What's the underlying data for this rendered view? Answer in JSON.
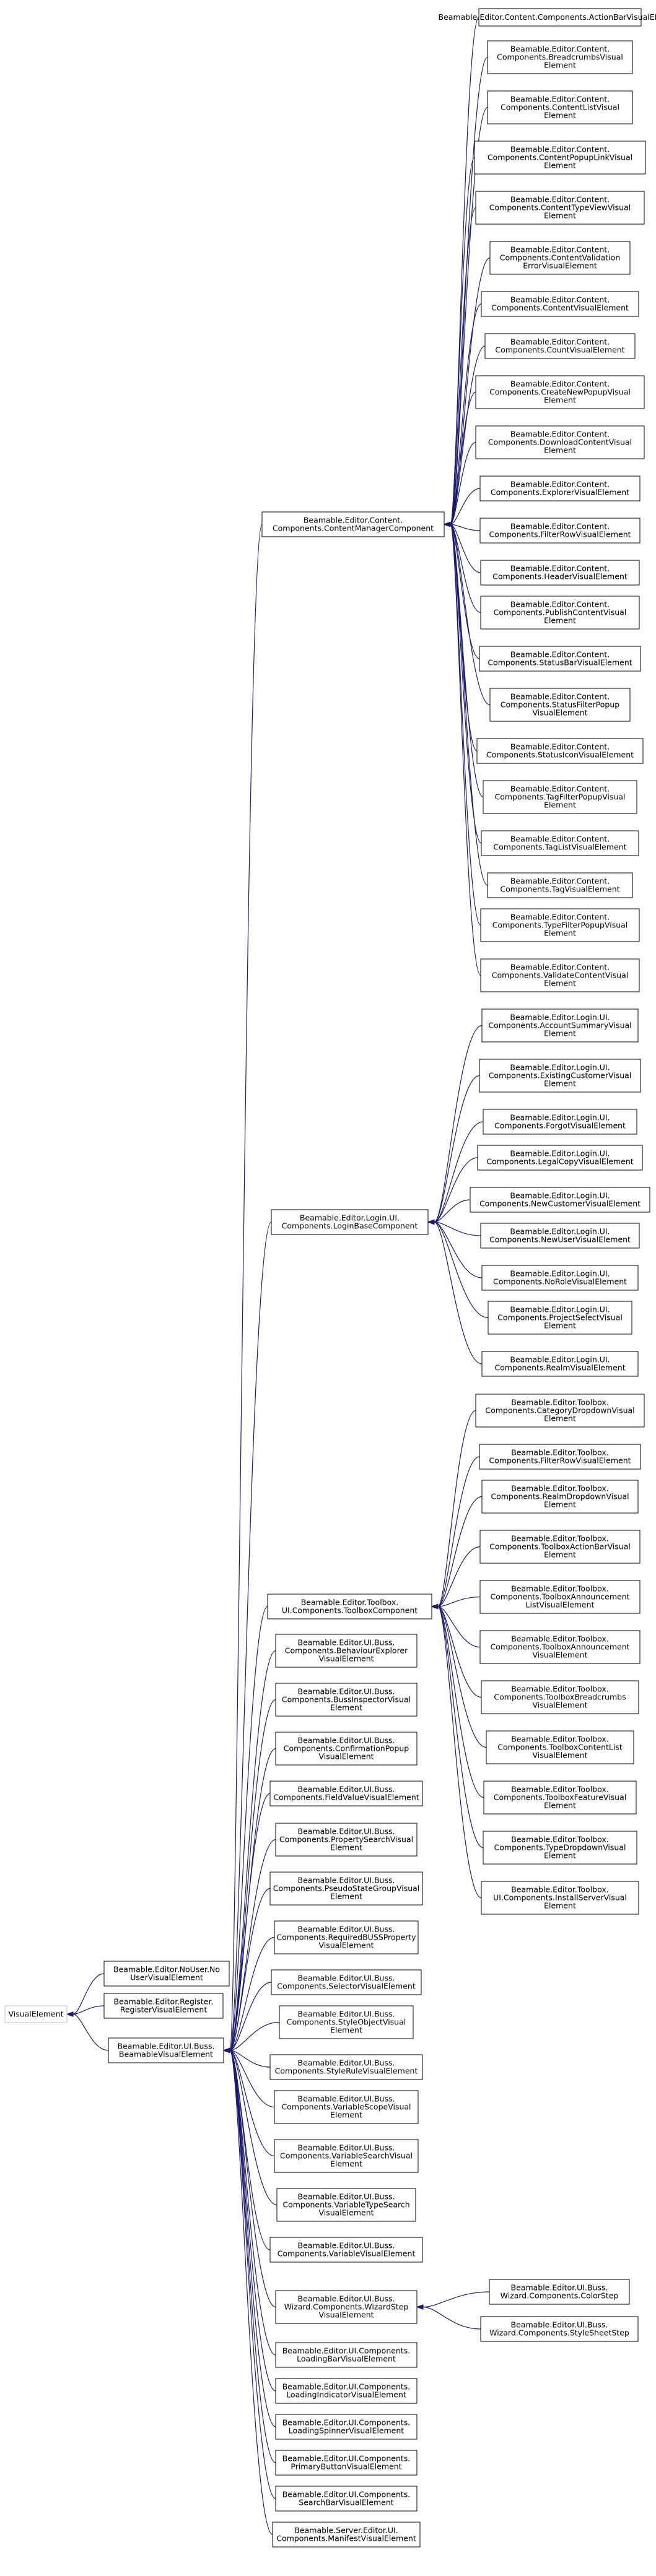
{
  "diagram": {
    "type": "class-inheritance-graph",
    "nodes": [
      {
        "id": "VisualElement",
        "lines": [
          "VisualElement"
        ]
      },
      {
        "id": "NoUser",
        "lines": [
          "Beamable.Editor.NoUser.No",
          "UserVisualElement"
        ]
      },
      {
        "id": "Register",
        "lines": [
          "Beamable.Editor.Register.",
          "RegisterVisualElement"
        ]
      },
      {
        "id": "Buss",
        "lines": [
          "Beamable.Editor.UI.Buss.",
          "BeamableVisualElement"
        ]
      },
      {
        "id": "ContentManager",
        "lines": [
          "Beamable.Editor.Content.",
          "Components.ContentManagerComponent"
        ]
      },
      {
        "id": "ActionBar",
        "lines": [
          "Beamable.Editor.Content.Components.ActionBarVisualElement"
        ]
      },
      {
        "id": "Breadcrumbs",
        "lines": [
          "Beamable.Editor.Content.",
          "Components.BreadcrumbsVisual",
          "Element"
        ]
      },
      {
        "id": "ContentList",
        "lines": [
          "Beamable.Editor.Content.",
          "Components.ContentListVisual",
          "Element"
        ]
      },
      {
        "id": "ContentPopupLink",
        "lines": [
          "Beamable.Editor.Content.",
          "Components.ContentPopupLinkVisual",
          "Element"
        ]
      },
      {
        "id": "ContentTypeView",
        "lines": [
          "Beamable.Editor.Content.",
          "Components.ContentTypeViewVisual",
          "Element"
        ]
      },
      {
        "id": "ContentValidation",
        "lines": [
          "Beamable.Editor.Content.",
          "Components.ContentValidation",
          "ErrorVisualElement"
        ]
      },
      {
        "id": "ContentVisual",
        "lines": [
          "Beamable.Editor.Content.",
          "Components.ContentVisualElement"
        ]
      },
      {
        "id": "Count",
        "lines": [
          "Beamable.Editor.Content.",
          "Components.CountVisualElement"
        ]
      },
      {
        "id": "CreateNewPopup",
        "lines": [
          "Beamable.Editor.Content.",
          "Components.CreateNewPopupVisual",
          "Element"
        ]
      },
      {
        "id": "DownloadContent",
        "lines": [
          "Beamable.Editor.Content.",
          "Components.DownloadContentVisual",
          "Element"
        ]
      },
      {
        "id": "Explorer",
        "lines": [
          "Beamable.Editor.Content.",
          "Components.ExplorerVisualElement"
        ]
      },
      {
        "id": "FilterRowContent",
        "lines": [
          "Beamable.Editor.Content.",
          "Components.FilterRowVisualElement"
        ]
      },
      {
        "id": "Header",
        "lines": [
          "Beamable.Editor.Content.",
          "Components.HeaderVisualElement"
        ]
      },
      {
        "id": "PublishContent",
        "lines": [
          "Beamable.Editor.Content.",
          "Components.PublishContentVisual",
          "Element"
        ]
      },
      {
        "id": "StatusBar",
        "lines": [
          "Beamable.Editor.Content.",
          "Components.StatusBarVisualElement"
        ]
      },
      {
        "id": "StatusFilterPopup",
        "lines": [
          "Beamable.Editor.Content.",
          "Components.StatusFilterPopup",
          "VisualElement"
        ]
      },
      {
        "id": "StatusIcon",
        "lines": [
          "Beamable.Editor.Content.",
          "Components.StatusIconVisualElement"
        ]
      },
      {
        "id": "TagFilterPopup",
        "lines": [
          "Beamable.Editor.Content.",
          "Components.TagFilterPopupVisual",
          "Element"
        ]
      },
      {
        "id": "TagList",
        "lines": [
          "Beamable.Editor.Content.",
          "Components.TagListVisualElement"
        ]
      },
      {
        "id": "TagVisual",
        "lines": [
          "Beamable.Editor.Content.",
          "Components.TagVisualElement"
        ]
      },
      {
        "id": "TypeFilterPopup",
        "lines": [
          "Beamable.Editor.Content.",
          "Components.TypeFilterPopupVisual",
          "Element"
        ]
      },
      {
        "id": "ValidateContent",
        "lines": [
          "Beamable.Editor.Content.",
          "Components.ValidateContentVisual",
          "Element"
        ]
      },
      {
        "id": "LoginBase",
        "lines": [
          "Beamable.Editor.Login.UI.",
          "Components.LoginBaseComponent"
        ]
      },
      {
        "id": "AccountSummary",
        "lines": [
          "Beamable.Editor.Login.UI.",
          "Components.AccountSummaryVisual",
          "Element"
        ]
      },
      {
        "id": "ExistingCustomer",
        "lines": [
          "Beamable.Editor.Login.UI.",
          "Components.ExistingCustomerVisual",
          "Element"
        ]
      },
      {
        "id": "ForgotVisual",
        "lines": [
          "Beamable.Editor.Login.UI.",
          "Components.ForgotVisualElement"
        ]
      },
      {
        "id": "LegalCopy",
        "lines": [
          "Beamable.Editor.Login.UI.",
          "Components.LegalCopyVisualElement"
        ]
      },
      {
        "id": "NewCustomer",
        "lines": [
          "Beamable.Editor.Login.UI.",
          "Components.NewCustomerVisualElement"
        ]
      },
      {
        "id": "NewUser",
        "lines": [
          "Beamable.Editor.Login.UI.",
          "Components.NewUserVisualElement"
        ]
      },
      {
        "id": "NoRole",
        "lines": [
          "Beamable.Editor.Login.UI.",
          "Components.NoRoleVisualElement"
        ]
      },
      {
        "id": "ProjectSelect",
        "lines": [
          "Beamable.Editor.Login.UI.",
          "Components.ProjectSelectVisual",
          "Element"
        ]
      },
      {
        "id": "RealmVisual",
        "lines": [
          "Beamable.Editor.Login.UI.",
          "Components.RealmVisualElement"
        ]
      },
      {
        "id": "ToolboxComponent",
        "lines": [
          "Beamable.Editor.Toolbox.",
          "UI.Components.ToolboxComponent"
        ]
      },
      {
        "id": "CategoryDropdown",
        "lines": [
          "Beamable.Editor.Toolbox.",
          "Components.CategoryDropdownVisual",
          "Element"
        ]
      },
      {
        "id": "FilterRowToolbox",
        "lines": [
          "Beamable.Editor.Toolbox.",
          "Components.FilterRowVisualElement"
        ]
      },
      {
        "id": "RealmDropdown",
        "lines": [
          "Beamable.Editor.Toolbox.",
          "Components.RealmDropdownVisual",
          "Element"
        ]
      },
      {
        "id": "ToolboxActionBar",
        "lines": [
          "Beamable.Editor.Toolbox.",
          "Components.ToolboxActionBarVisual",
          "Element"
        ]
      },
      {
        "id": "AnnouncementList",
        "lines": [
          "Beamable.Editor.Toolbox.",
          "Components.ToolboxAnnouncement",
          "ListVisualElement"
        ]
      },
      {
        "id": "AnnouncementVisual",
        "lines": [
          "Beamable.Editor.Toolbox.",
          "Components.ToolboxAnnouncement",
          "VisualElement"
        ]
      },
      {
        "id": "ToolboxBreadcrumbs",
        "lines": [
          "Beamable.Editor.Toolbox.",
          "Components.ToolboxBreadcrumbs",
          "VisualElement"
        ]
      },
      {
        "id": "ToolboxContentList",
        "lines": [
          "Beamable.Editor.Toolbox.",
          "Components.ToolboxContentList",
          "VisualElement"
        ]
      },
      {
        "id": "ToolboxFeature",
        "lines": [
          "Beamable.Editor.Toolbox.",
          "Components.ToolboxFeatureVisual",
          "Element"
        ]
      },
      {
        "id": "TypeDropdown",
        "lines": [
          "Beamable.Editor.Toolbox.",
          "Components.TypeDropdownVisual",
          "Element"
        ]
      },
      {
        "id": "InstallServer",
        "lines": [
          "Beamable.Editor.Toolbox.",
          "UI.Components.InstallServerVisual",
          "Element"
        ]
      },
      {
        "id": "BehaviourExplorer",
        "lines": [
          "Beamable.Editor.UI.Buss.",
          "Components.BehaviourExplorer",
          "VisualElement"
        ]
      },
      {
        "id": "BussInspector",
        "lines": [
          "Beamable.Editor.UI.Buss.",
          "Components.BussInspectorVisual",
          "Element"
        ]
      },
      {
        "id": "ConfirmationPopup",
        "lines": [
          "Beamable.Editor.UI.Buss.",
          "Components.ConfirmationPopup",
          "VisualElement"
        ]
      },
      {
        "id": "FieldValue",
        "lines": [
          "Beamable.Editor.UI.Buss.",
          "Components.FieldValueVisualElement"
        ]
      },
      {
        "id": "PropertySearch",
        "lines": [
          "Beamable.Editor.UI.Buss.",
          "Components.PropertySearchVisual",
          "Element"
        ]
      },
      {
        "id": "PseudoStateGroup",
        "lines": [
          "Beamable.Editor.UI.Buss.",
          "Components.PseudoStateGroupVisual",
          "Element"
        ]
      },
      {
        "id": "RequiredBUSS",
        "lines": [
          "Beamable.Editor.UI.Buss.",
          "Components.RequiredBUSSProperty",
          "VisualElement"
        ]
      },
      {
        "id": "Selector",
        "lines": [
          "Beamable.Editor.UI.Buss.",
          "Components.SelectorVisualElement"
        ]
      },
      {
        "id": "StyleObject",
        "lines": [
          "Beamable.Editor.UI.Buss.",
          "Components.StyleObjectVisual",
          "Element"
        ]
      },
      {
        "id": "StyleRule",
        "lines": [
          "Beamable.Editor.UI.Buss.",
          "Components.StyleRuleVisualElement"
        ]
      },
      {
        "id": "VariableScope",
        "lines": [
          "Beamable.Editor.UI.Buss.",
          "Components.VariableScopeVisual",
          "Element"
        ]
      },
      {
        "id": "VariableSearch",
        "lines": [
          "Beamable.Editor.UI.Buss.",
          "Components.VariableSearchVisual",
          "Element"
        ]
      },
      {
        "id": "VariableTypeSearch",
        "lines": [
          "Beamable.Editor.UI.Buss.",
          "Components.VariableTypeSearch",
          "VisualElement"
        ]
      },
      {
        "id": "VariableVisual",
        "lines": [
          "Beamable.Editor.UI.Buss.",
          "Components.VariableVisualElement"
        ]
      },
      {
        "id": "WizardStep",
        "lines": [
          "Beamable.Editor.UI.Buss.",
          "Wizard.Components.WizardStep",
          "VisualElement"
        ]
      },
      {
        "id": "ColorStep",
        "lines": [
          "Beamable.Editor.UI.Buss.",
          "Wizard.Components.ColorStep"
        ]
      },
      {
        "id": "StyleSheetStep",
        "lines": [
          "Beamable.Editor.UI.Buss.",
          "Wizard.Components.StyleSheetStep"
        ]
      },
      {
        "id": "LoadingBar",
        "lines": [
          "Beamable.Editor.UI.Components.",
          "LoadingBarVisualElement"
        ]
      },
      {
        "id": "LoadingIndicator",
        "lines": [
          "Beamable.Editor.UI.Components.",
          "LoadingIndicatorVisualElement"
        ]
      },
      {
        "id": "LoadingSpinner",
        "lines": [
          "Beamable.Editor.UI.Components.",
          "LoadingSpinnerVisualElement"
        ]
      },
      {
        "id": "PrimaryButton",
        "lines": [
          "Beamable.Editor.UI.Components.",
          "PrimaryButtonVisualElement"
        ]
      },
      {
        "id": "SearchBar",
        "lines": [
          "Beamable.Editor.UI.Components.",
          "SearchBarVisualElement"
        ]
      },
      {
        "id": "ManifestVisual",
        "lines": [
          "Beamable.Server.Editor.UI.",
          "Components.ManifestVisualElement"
        ]
      }
    ],
    "edges": [
      {
        "from": "NoUser",
        "to": "VisualElement"
      },
      {
        "from": "Register",
        "to": "VisualElement"
      },
      {
        "from": "Buss",
        "to": "VisualElement"
      },
      {
        "from": "ContentManager",
        "to": "Buss"
      },
      {
        "from": "LoginBase",
        "to": "Buss"
      },
      {
        "from": "ToolboxComponent",
        "to": "Buss"
      },
      {
        "from": "BehaviourExplorer",
        "to": "Buss"
      },
      {
        "from": "BussInspector",
        "to": "Buss"
      },
      {
        "from": "ConfirmationPopup",
        "to": "Buss"
      },
      {
        "from": "FieldValue",
        "to": "Buss"
      },
      {
        "from": "PropertySearch",
        "to": "Buss"
      },
      {
        "from": "PseudoStateGroup",
        "to": "Buss"
      },
      {
        "from": "RequiredBUSS",
        "to": "Buss"
      },
      {
        "from": "Selector",
        "to": "Buss"
      },
      {
        "from": "StyleObject",
        "to": "Buss"
      },
      {
        "from": "StyleRule",
        "to": "Buss"
      },
      {
        "from": "VariableScope",
        "to": "Buss"
      },
      {
        "from": "VariableSearch",
        "to": "Buss"
      },
      {
        "from": "VariableTypeSearch",
        "to": "Buss"
      },
      {
        "from": "VariableVisual",
        "to": "Buss"
      },
      {
        "from": "WizardStep",
        "to": "Buss"
      },
      {
        "from": "LoadingBar",
        "to": "Buss"
      },
      {
        "from": "LoadingIndicator",
        "to": "Buss"
      },
      {
        "from": "LoadingSpinner",
        "to": "Buss"
      },
      {
        "from": "PrimaryButton",
        "to": "Buss"
      },
      {
        "from": "SearchBar",
        "to": "Buss"
      },
      {
        "from": "ManifestVisual",
        "to": "Buss"
      },
      {
        "from": "ColorStep",
        "to": "WizardStep"
      },
      {
        "from": "StyleSheetStep",
        "to": "WizardStep"
      },
      {
        "from": "ActionBar",
        "to": "ContentManager"
      },
      {
        "from": "Breadcrumbs",
        "to": "ContentManager"
      },
      {
        "from": "ContentList",
        "to": "ContentManager"
      },
      {
        "from": "ContentPopupLink",
        "to": "ContentManager"
      },
      {
        "from": "ContentTypeView",
        "to": "ContentManager"
      },
      {
        "from": "ContentValidation",
        "to": "ContentManager"
      },
      {
        "from": "ContentVisual",
        "to": "ContentManager"
      },
      {
        "from": "Count",
        "to": "ContentManager"
      },
      {
        "from": "CreateNewPopup",
        "to": "ContentManager"
      },
      {
        "from": "DownloadContent",
        "to": "ContentManager"
      },
      {
        "from": "Explorer",
        "to": "ContentManager"
      },
      {
        "from": "FilterRowContent",
        "to": "ContentManager"
      },
      {
        "from": "Header",
        "to": "ContentManager"
      },
      {
        "from": "PublishContent",
        "to": "ContentManager"
      },
      {
        "from": "StatusBar",
        "to": "ContentManager"
      },
      {
        "from": "StatusFilterPopup",
        "to": "ContentManager"
      },
      {
        "from": "StatusIcon",
        "to": "ContentManager"
      },
      {
        "from": "TagFilterPopup",
        "to": "ContentManager"
      },
      {
        "from": "TagList",
        "to": "ContentManager"
      },
      {
        "from": "TagVisual",
        "to": "ContentManager"
      },
      {
        "from": "TypeFilterPopup",
        "to": "ContentManager"
      },
      {
        "from": "ValidateContent",
        "to": "ContentManager"
      },
      {
        "from": "AccountSummary",
        "to": "LoginBase"
      },
      {
        "from": "ExistingCustomer",
        "to": "LoginBase"
      },
      {
        "from": "ForgotVisual",
        "to": "LoginBase"
      },
      {
        "from": "LegalCopy",
        "to": "LoginBase"
      },
      {
        "from": "NewCustomer",
        "to": "LoginBase"
      },
      {
        "from": "NewUser",
        "to": "LoginBase"
      },
      {
        "from": "NoRole",
        "to": "LoginBase"
      },
      {
        "from": "ProjectSelect",
        "to": "LoginBase"
      },
      {
        "from": "RealmVisual",
        "to": "LoginBase"
      },
      {
        "from": "CategoryDropdown",
        "to": "ToolboxComponent"
      },
      {
        "from": "FilterRowToolbox",
        "to": "ToolboxComponent"
      },
      {
        "from": "RealmDropdown",
        "to": "ToolboxComponent"
      },
      {
        "from": "ToolboxActionBar",
        "to": "ToolboxComponent"
      },
      {
        "from": "AnnouncementList",
        "to": "ToolboxComponent"
      },
      {
        "from": "AnnouncementVisual",
        "to": "ToolboxComponent"
      },
      {
        "from": "ToolboxBreadcrumbs",
        "to": "ToolboxComponent"
      },
      {
        "from": "ToolboxContentList",
        "to": "ToolboxComponent"
      },
      {
        "from": "ToolboxFeature",
        "to": "ToolboxComponent"
      },
      {
        "from": "TypeDropdown",
        "to": "ToolboxComponent"
      },
      {
        "from": "InstallServer",
        "to": "ToolboxComponent"
      }
    ]
  }
}
